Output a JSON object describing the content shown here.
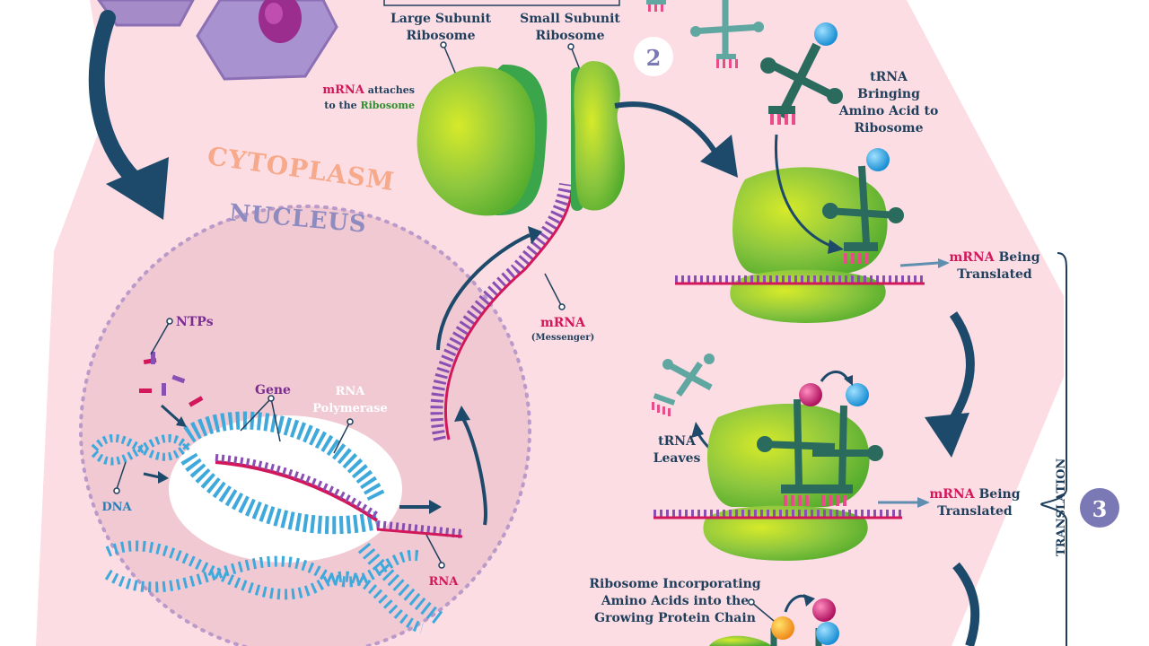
{
  "labels": {
    "large_subunit_1": "Large Subunit",
    "large_subunit_2": "Ribosome",
    "small_subunit_1": "Small Subunit",
    "small_subunit_2": "Ribosome",
    "mrna_attaches_a": "mRNA",
    "mrna_attaches_b": "attaches",
    "mrna_attaches_c": "to the",
    "mrna_attaches_d": "Ribosome",
    "cytoplasm": "CYTOPLASM",
    "nucleus": "NUCLEUS",
    "ntps": "NTPs",
    "gene": "Gene",
    "rna_polymerase_1": "RNA",
    "rna_polymerase_2": "Polymerase",
    "dna": "DNA",
    "rna": "RNA",
    "mrna": "mRNA",
    "messenger": "(Messenger)",
    "trna_bring_1": "tRNA",
    "trna_bring_2": "Bringing",
    "trna_bring_3": "Amino Acid to",
    "trna_bring_4": "Ribosome",
    "mrna_being_a": "mRNA",
    "mrna_being_b": "Being",
    "translated": "Translated",
    "trna_leaves_1": "tRNA",
    "trna_leaves_2": "Leaves",
    "translation": "TRANSLATION",
    "ribo_incorp_1": "Ribosome Incorporating",
    "ribo_incorp_2": "Amino Acids into the",
    "ribo_incorp_3": "Growing Protein Chain",
    "step2": "2",
    "step3": "3"
  },
  "colors": {
    "cytoplasm_fill": "#fcdde3",
    "nucleus_fill": "#f0c9d3",
    "nucleus_border": "#b99ac9",
    "ribosome_green": "#8cc63f",
    "ribosome_dark": "#4caf2c",
    "arrow_navy": "#1d4a6b",
    "trna_teal": "#2a6b5e",
    "mrna_pink": "#d2185b",
    "dna_blue": "#3fa9dc",
    "step_circle": "#7a78b5"
  }
}
